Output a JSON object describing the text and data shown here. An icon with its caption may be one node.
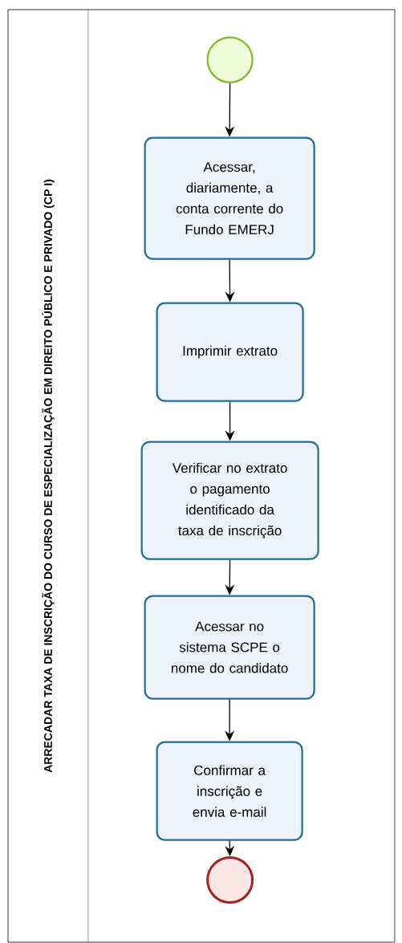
{
  "diagram": {
    "nodes": [
      {
        "text": [
          "ARRECADAR TAXA DE INSCRIÇÃO DO CURSO DE ESPECIALIZAÇÃO EM DIREITO PÚBLICO E PRIVADO (CP I)"
        ]
      },
      {
        "text": [],
        "shape": "circle",
        "in": 0
      },
      {
        "text": [
          "Acessar, diariamente, a conta corrente do Fundo EMERJ"
        ],
        "in": 0
      },
      {
        "text": [
          "Imprimir extrato"
        ],
        "in": 0
      },
      {
        "text": [
          "Verificar no extrato o pagamento identificado da taxa de inscrição"
        ],
        "in": 0
      },
      {
        "text": [
          "Acessar no sistema SCPE o nome do candidato"
        ],
        "in": 0
      },
      {
        "text": [
          "Confirmar a inscrição e envia e-mail"
        ],
        "in": 0
      },
      {
        "text": [],
        "shape": "circle",
        "in": 0
      }
    ],
    "edges": [
      {
        "from": 1,
        "to": 2,
        "arrow": "to"
      },
      {
        "from": 2,
        "to": 3,
        "arrow": "to"
      },
      {
        "from": 3,
        "to": 4,
        "arrow": "to"
      },
      {
        "from": 4,
        "to": 5,
        "arrow": "to"
      },
      {
        "from": 5,
        "to": 6,
        "arrow": "to"
      },
      {
        "from": 6,
        "to": 7,
        "arrow": "to"
      }
    ]
  }
}
